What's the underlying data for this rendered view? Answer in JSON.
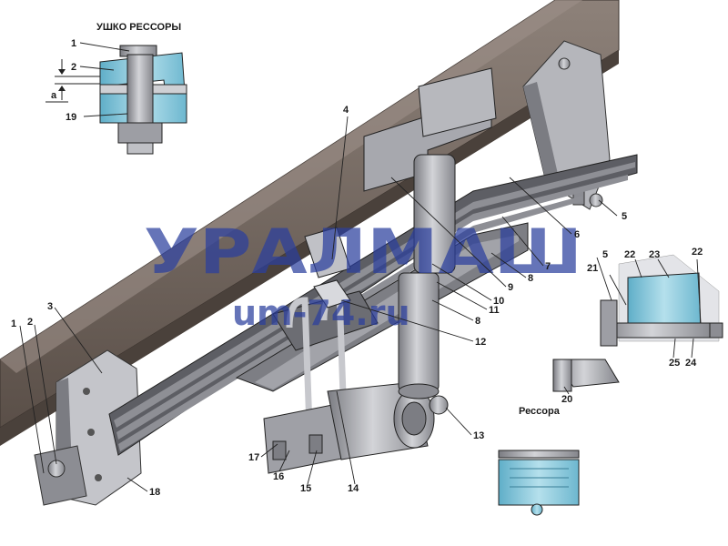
{
  "diagram": {
    "inset_top_title": "УШКО РЕССОРЫ",
    "inset_right_title": "Рессора",
    "gap_symbol": "a",
    "watermark_main": "УРАЛМАШ",
    "watermark_url": "um-74.ru",
    "callouts": [
      {
        "id": "c1-top",
        "text": "1"
      },
      {
        "id": "c2-top",
        "text": "2"
      },
      {
        "id": "c19",
        "text": "19"
      },
      {
        "id": "c4",
        "text": "4"
      },
      {
        "id": "c5-r",
        "text": "5"
      },
      {
        "id": "c6",
        "text": "6"
      },
      {
        "id": "c7",
        "text": "7"
      },
      {
        "id": "c8-a",
        "text": "8"
      },
      {
        "id": "c9",
        "text": "9"
      },
      {
        "id": "c10",
        "text": "10"
      },
      {
        "id": "c11",
        "text": "11"
      },
      {
        "id": "c8-b",
        "text": "8"
      },
      {
        "id": "c12",
        "text": "12"
      },
      {
        "id": "c13",
        "text": "13"
      },
      {
        "id": "c1-l",
        "text": "1"
      },
      {
        "id": "c2-l",
        "text": "2"
      },
      {
        "id": "c3",
        "text": "3"
      },
      {
        "id": "c18",
        "text": "18"
      },
      {
        "id": "c17",
        "text": "17"
      },
      {
        "id": "c16",
        "text": "16"
      },
      {
        "id": "c15",
        "text": "15"
      },
      {
        "id": "c14",
        "text": "14"
      },
      {
        "id": "c5-ins",
        "text": "5"
      },
      {
        "id": "c21",
        "text": "21"
      },
      {
        "id": "c22-a",
        "text": "22"
      },
      {
        "id": "c23",
        "text": "23"
      },
      {
        "id": "c22-b",
        "text": "22"
      },
      {
        "id": "c25",
        "text": "25"
      },
      {
        "id": "c24",
        "text": "24"
      },
      {
        "id": "c20",
        "text": "20"
      }
    ],
    "colors": {
      "frame": "#6b5f57",
      "frame_top": "#8a7e75",
      "metal": "#a9aab0",
      "metal_dark": "#6f7076",
      "blue_part": "#8ec9dc",
      "watermark": "#2b3f9e"
    }
  }
}
